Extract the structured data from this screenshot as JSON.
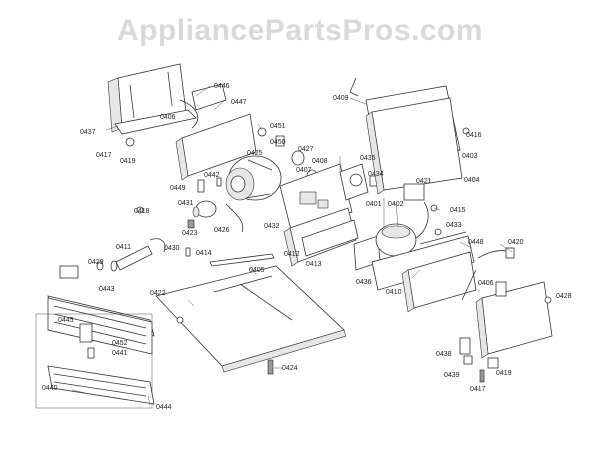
{
  "watermark": "AppliancePartsPros.com",
  "diagram_type": "exploded parts diagram",
  "part_labels": [
    "0446",
    "0447",
    "0406",
    "0437",
    "0417",
    "0419",
    "0451",
    "0450",
    "0425",
    "0427",
    "0408",
    "0407",
    "0435",
    "0434",
    "0409",
    "0416",
    "0403",
    "0404",
    "0442",
    "0449",
    "0418",
    "0431",
    "0423",
    "0426",
    "0432",
    "0421",
    "0401",
    "0402",
    "0415",
    "0433",
    "0412",
    "0413",
    "0411",
    "0430",
    "0414",
    "0429",
    "0443",
    "0405",
    "0422",
    "0436",
    "0410",
    "0448",
    "0420",
    "0406",
    "0428",
    "0445",
    "0452",
    "0441",
    "0440",
    "0444",
    "0424",
    "0438",
    "0439",
    "0417",
    "0419"
  ]
}
